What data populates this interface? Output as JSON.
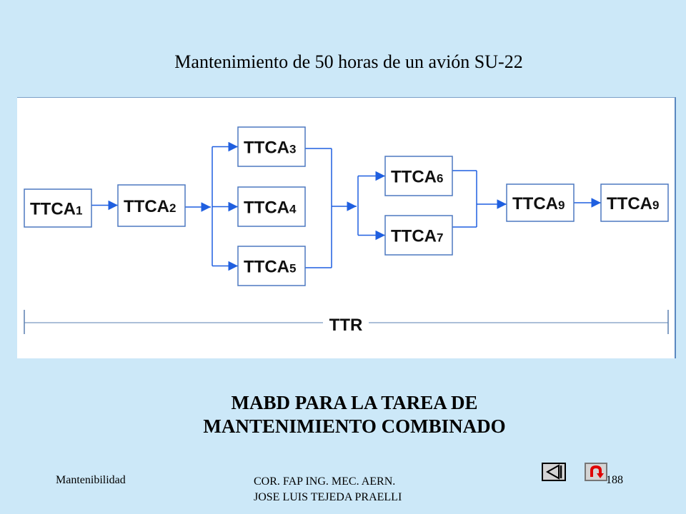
{
  "title": "Mantenimiento  de 50 horas de un avión SU-22",
  "diagram": {
    "nodes": [
      {
        "id": "n1",
        "base": "TTCA",
        "sub": "1"
      },
      {
        "id": "n2",
        "base": "TTCA",
        "sub": "2"
      },
      {
        "id": "n3",
        "base": "TTCA",
        "sub": "3"
      },
      {
        "id": "n4",
        "base": "TTCA",
        "sub": "4"
      },
      {
        "id": "n5",
        "base": "TTCA",
        "sub": "5"
      },
      {
        "id": "n6",
        "base": "TTCA",
        "sub": "6"
      },
      {
        "id": "n7",
        "base": "TTCA",
        "sub": "7"
      },
      {
        "id": "n8",
        "base": "TTCA",
        "sub": "9"
      },
      {
        "id": "n9",
        "base": "TTCA",
        "sub": "9"
      }
    ],
    "edges": [
      [
        "n1",
        "n2"
      ],
      [
        "n2",
        "n3"
      ],
      [
        "n2",
        "n4"
      ],
      [
        "n2",
        "n5"
      ],
      [
        "n3",
        "n6"
      ],
      [
        "n4",
        "n6"
      ],
      [
        "n5",
        "n6"
      ],
      [
        "n3",
        "n7"
      ],
      [
        "n4",
        "n7"
      ],
      [
        "n5",
        "n7"
      ],
      [
        "n6",
        "n8"
      ],
      [
        "n7",
        "n8"
      ],
      [
        "n8",
        "n9"
      ]
    ],
    "span_label": "TTR"
  },
  "caption": {
    "line1": "MABD PARA LA TAREA DE",
    "line2": "MANTENIMIENTO  COMBINADO"
  },
  "footer": {
    "left": "Mantenibilidad",
    "author_line1": "COR. FAP ING.  MEC.  AERN.",
    "author_line2": "JOSE  LUIS TEJEDA PRAELLI",
    "page": "188"
  },
  "nav": {
    "back_icon": "back-arrow-icon",
    "up_icon": "return-up-icon",
    "back_color": "#000000",
    "up_color": "#e00000"
  }
}
